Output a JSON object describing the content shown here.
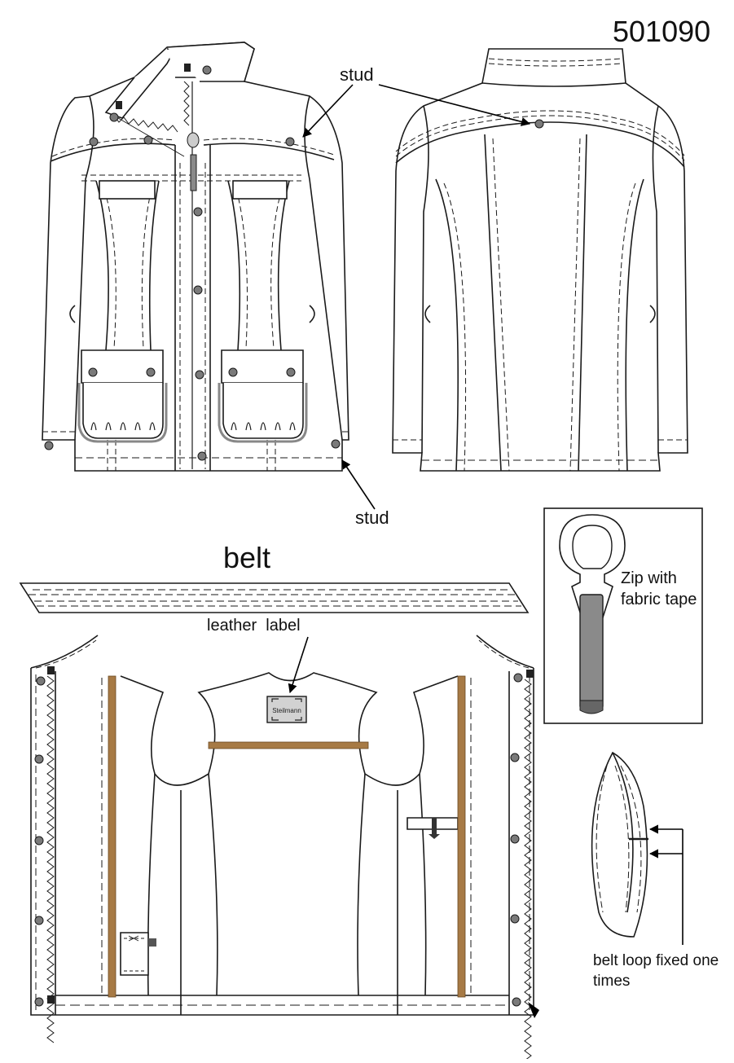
{
  "sheet": {
    "style_number": "501090",
    "annotations": {
      "stud_top": "stud",
      "stud_bottom": "stud",
      "belt": "belt",
      "leather_label": "leather  label",
      "label_brand": "Steilmann",
      "zip": "Zip with fabric tape",
      "belt_loop": "belt loop fixed one times"
    }
  },
  "colors": {
    "line": "#1a1a1a",
    "stud": "#7a7a7a",
    "tape": "#8a8a8a",
    "piping": "#a77a45",
    "arrow": "#000000"
  }
}
